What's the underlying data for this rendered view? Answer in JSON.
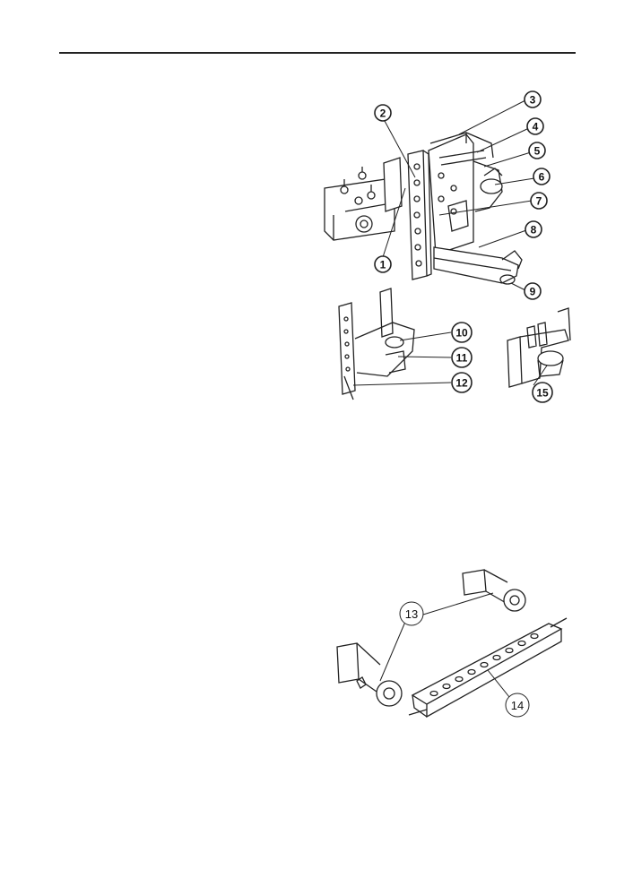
{
  "figure1": {
    "callouts": [
      "1",
      "2",
      "3",
      "4",
      "5",
      "6",
      "7",
      "8",
      "9",
      "10",
      "11",
      "12",
      "15"
    ]
  },
  "figure2": {
    "callouts": [
      "13",
      "14"
    ]
  },
  "colors": {
    "line": "#222222",
    "rule": "#222222",
    "background": "#ffffff"
  }
}
